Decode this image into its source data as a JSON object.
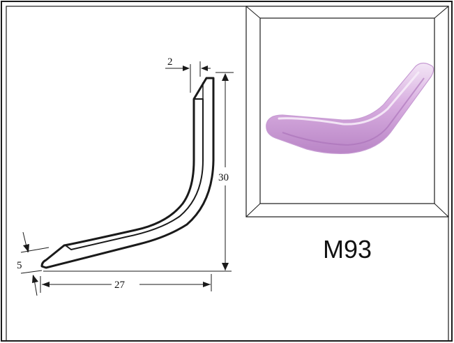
{
  "dimensions": {
    "top_width": "2",
    "height": "30",
    "base_width": "27",
    "bottom_thickness": "5"
  },
  "product": {
    "code": "M93"
  },
  "colors": {
    "outline": "#1a1a1a",
    "product_fill": "#d8aee0",
    "product_highlight": "#f3e6f6",
    "product_shadow": "#b985c6"
  }
}
